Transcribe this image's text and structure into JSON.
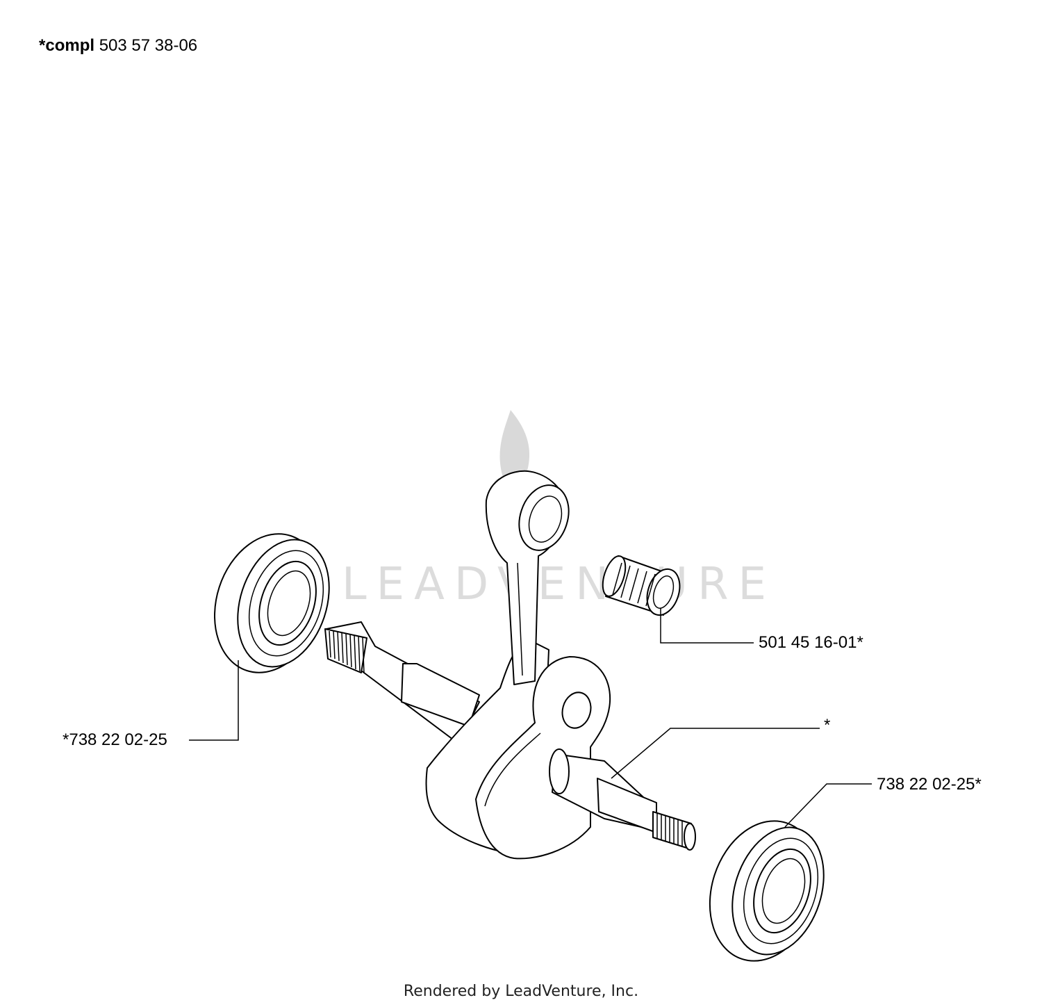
{
  "header": {
    "prefix": "*compl",
    "part_number": "503 57 38-06"
  },
  "callouts": {
    "bearing_left": "*738 22 02-25",
    "needle_bearing": "501 45 16-01*",
    "crankshaft": "*",
    "bearing_right": "738 22 02-25*"
  },
  "watermark": {
    "text": "LEADVENTURE"
  },
  "footer": {
    "text": "Rendered by LeadVenture, Inc."
  }
}
